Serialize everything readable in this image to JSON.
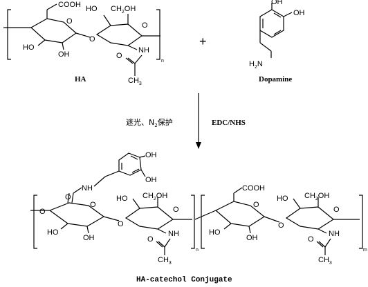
{
  "reactants": {
    "ha_label": "HA",
    "dopamine_label": "Dopamine",
    "plus_sign": "+"
  },
  "conditions": {
    "left_prefix": "遮光、N",
    "left_subscript": "2",
    "left_suffix": "保护",
    "right": "EDC/NHS"
  },
  "product": {
    "label": "HA-catechol Conjugate"
  },
  "atoms": {
    "oh": "OH",
    "ho": "HO",
    "o": "O",
    "cooh": "COOH",
    "ch2oh_left": "CH",
    "ch2oh_sub": "2",
    "ch2oh_right": "OH",
    "nh": "NH",
    "ch3_left": "CH",
    "ch3_sub": "3",
    "h2n_left": "H",
    "h2n_sub": "2",
    "h2n_right": "N",
    "amide_nh": "NH",
    "n_sub": "n",
    "m_sub": "m"
  }
}
